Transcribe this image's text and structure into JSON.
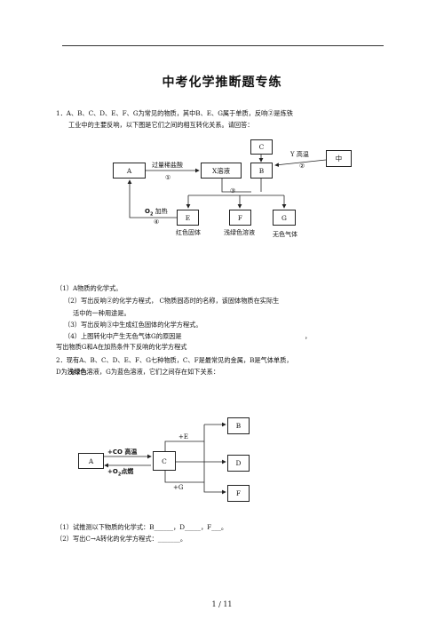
{
  "page_title": "中考化学推断题专练",
  "q1": {
    "intro_line1": "1．A、B、C、D、E、F、G为常见的物质，其中B、E、G属于单质，反响②是炼铁",
    "intro_line2": "工业中的主要反响，以下图是它们之间的相互转化关系。请回答：",
    "diagram": {
      "box_a": "A",
      "box_x": "X溶液",
      "box_c": "C",
      "box_b": "B",
      "box_zhong": "中",
      "box_e": "E",
      "box_f": "F",
      "box_g": "G",
      "arrow_hcl": "过量稀盐酸",
      "circle_1": "①",
      "arrow_y": "Y 高温",
      "circle_2": "②",
      "circle_3": "③",
      "arrow_o2": "O",
      "arrow_o2_sub": "2",
      "arrow_heat": " 加热",
      "circle_4": "④",
      "label_e": "红色固体",
      "label_f": "浅绿色溶液",
      "label_g": "无色气体"
    },
    "sub1": "（1）A物质的化学式。",
    "sub2_line1": "（2）写出反响②的化学方程式，  C物质固态时的名称，该固体物质在实际生",
    "sub2_line2": "活中的一种用途是。",
    "sub3": "（3）写出反响③中生成红色固体的化学方程式。",
    "sub4": "（4）上图转化中产生无色气体G的原因是",
    "sub4_comma": "，",
    "sub5": "写出物质G和A在加热条件下反响的化学方程式"
  },
  "q2": {
    "intro_line1": "2．现有A、B、C、D、E、F、G七种物质，C、F是最常见的金属，B是气体单质，",
    "intro_d": "D为",
    "intro_bold": "浅绿色",
    "intro_rest": "溶液，G为蓝色溶液，它们之间存在如下关系：",
    "diagram": {
      "box_a": "A",
      "box_c": "C",
      "box_b": "B",
      "box_d": "D",
      "box_f": "F",
      "arrow_co": "+CO 高温",
      "arrow_o2": "+O",
      "arrow_o2_sub": "2",
      "arrow_o2_rest": "点燃",
      "label_e": "+E",
      "label_g": "+G"
    },
    "sub1": "（1）试推测以下物质的化学式：B______，D_____，F___。",
    "sub2": "（2）写出C→A转化的化学方程式：_______。"
  },
  "footer": "1 / 11"
}
